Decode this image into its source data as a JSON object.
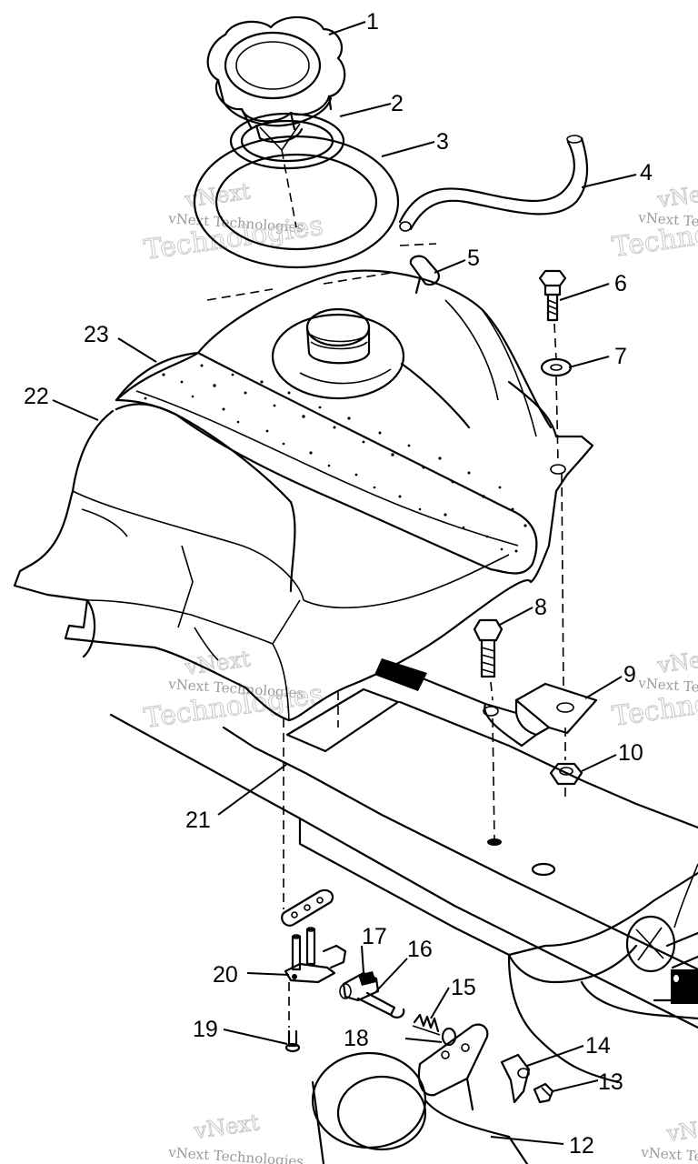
{
  "watermark": {
    "line1": "vNext Technologies",
    "big1": "vNext",
    "big2": "Technologies"
  },
  "callouts": [
    "1",
    "2",
    "3",
    "4",
    "5",
    "6",
    "7",
    "8",
    "9",
    "10",
    "12",
    "13",
    "14",
    "15",
    "16",
    "17",
    "18",
    "19",
    "20",
    "21",
    "22",
    "23"
  ]
}
